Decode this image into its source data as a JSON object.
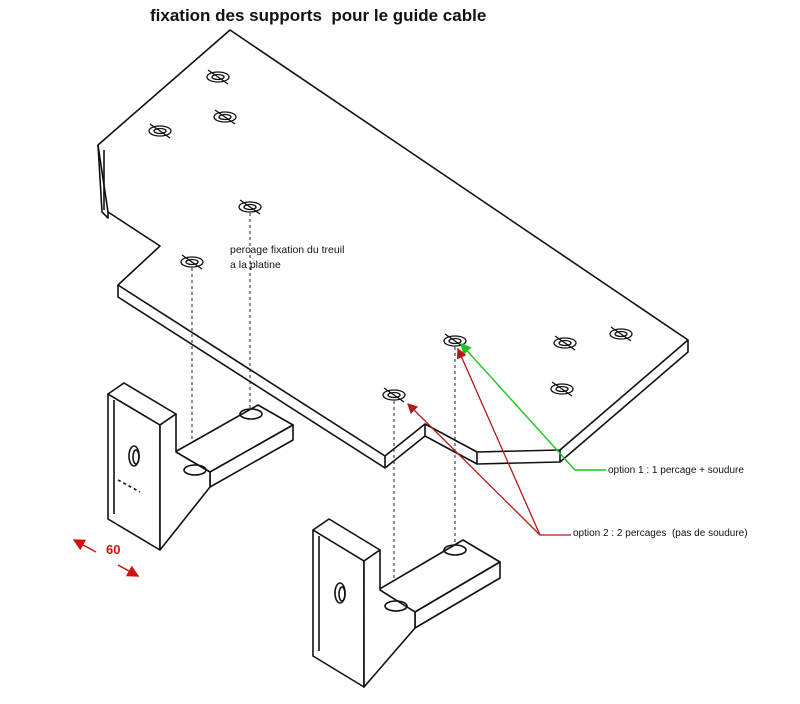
{
  "title": "fixation des supports  pour le guide cable",
  "notes": {
    "winch_line1": "percage fixation du treuil",
    "winch_line2": "a la platine",
    "option1": "option 1 : 1 percage + soudure",
    "option2": "option 2 : 2 percages  (pas de soudure)"
  },
  "dimension": "60",
  "colors": {
    "outline": "#111111",
    "option1_arrow": "#22c322",
    "option2_arrow": "#b01a1a",
    "dimension": "#d01010"
  }
}
